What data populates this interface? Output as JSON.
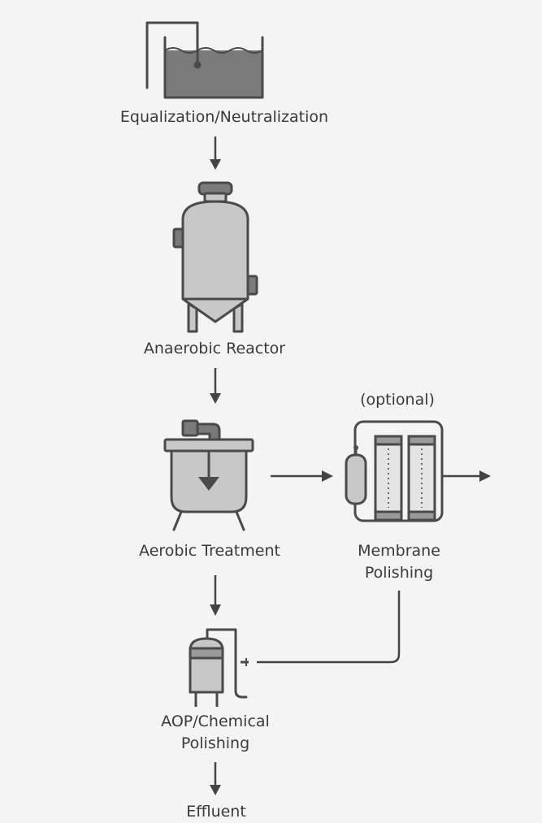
{
  "nodes": {
    "equalization": {
      "label": "Equalization/Neutralization"
    },
    "anaerobic": {
      "label": "Anaerobic Reactor"
    },
    "aerobic": {
      "label": "Aerobic Treatment"
    },
    "membrane": {
      "label_line1": "Membrane",
      "label_line2": "Polishing",
      "tag": "(optional)"
    },
    "aop": {
      "label_line1": "AOP/Chemical",
      "label_line2": "Polishing"
    },
    "effluent": {
      "label": "Effluent"
    }
  },
  "icons": [
    "tank-icon",
    "reactor-vessel-icon",
    "aeration-tank-icon",
    "membrane-module-icon",
    "chemical-vessel-icon"
  ],
  "colors": {
    "background": "#f4f4f4",
    "equipment_fill": "#c8c8c8",
    "liquid_fill": "#7a7a7a",
    "stroke": "#4a4a4a"
  }
}
